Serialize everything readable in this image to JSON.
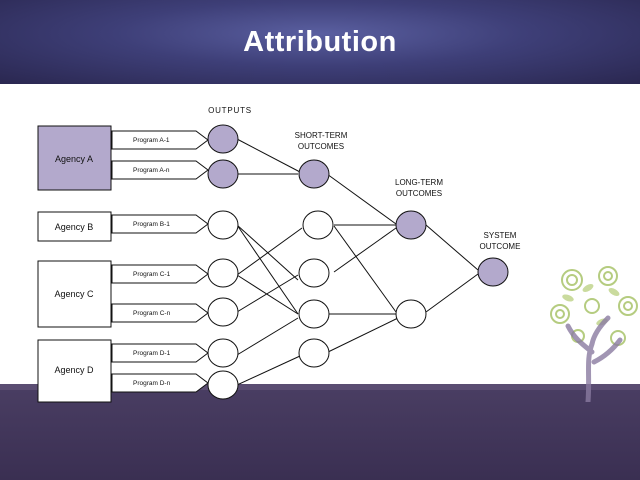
{
  "slide": {
    "title": "Attribution"
  },
  "headers": {
    "outputs": "OUTPUTS",
    "short_term_1": "SHORT-TERM",
    "short_term_2": "OUTCOMES",
    "long_term_1": "LONG-TERM",
    "long_term_2": "OUTCOMES",
    "system_1": "SYSTEM",
    "system_2": "OUTCOME"
  },
  "agencies": [
    {
      "name": "Agency A",
      "highlighted": true
    },
    {
      "name": "Agency B",
      "highlighted": false
    },
    {
      "name": "Agency C",
      "highlighted": false
    },
    {
      "name": "Agency D",
      "highlighted": false
    }
  ],
  "programs": [
    {
      "label": "Program A-1"
    },
    {
      "label": "Program A-n"
    },
    {
      "label": "Program B-1"
    },
    {
      "label": "Program C-1"
    },
    {
      "label": "Program C-n"
    },
    {
      "label": "Program D-1"
    },
    {
      "label": "Program D-n"
    }
  ],
  "colors": {
    "highlight": "#b3a9cc",
    "header_bg": "#3e3f78",
    "footer_bg": "#3f3458",
    "tree_accent": "#a9c46a"
  }
}
